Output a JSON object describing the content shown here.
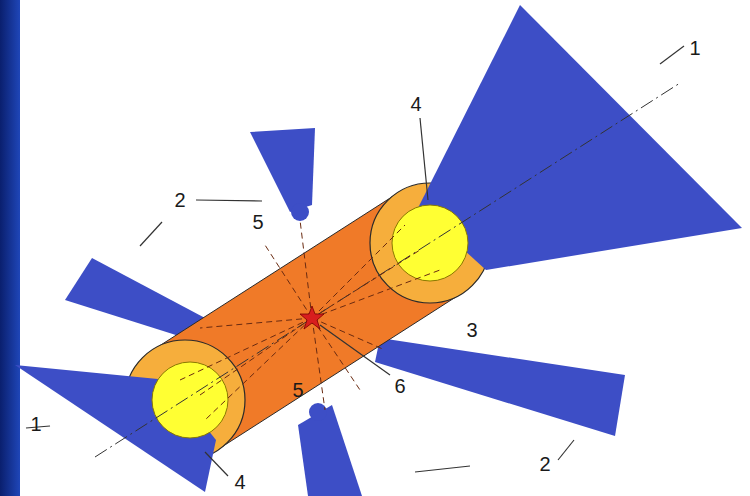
{
  "diagram": {
    "labels": [
      "4",
      "1",
      "2",
      "5",
      "3",
      "6",
      "5",
      "1",
      "4",
      "2"
    ]
  }
}
